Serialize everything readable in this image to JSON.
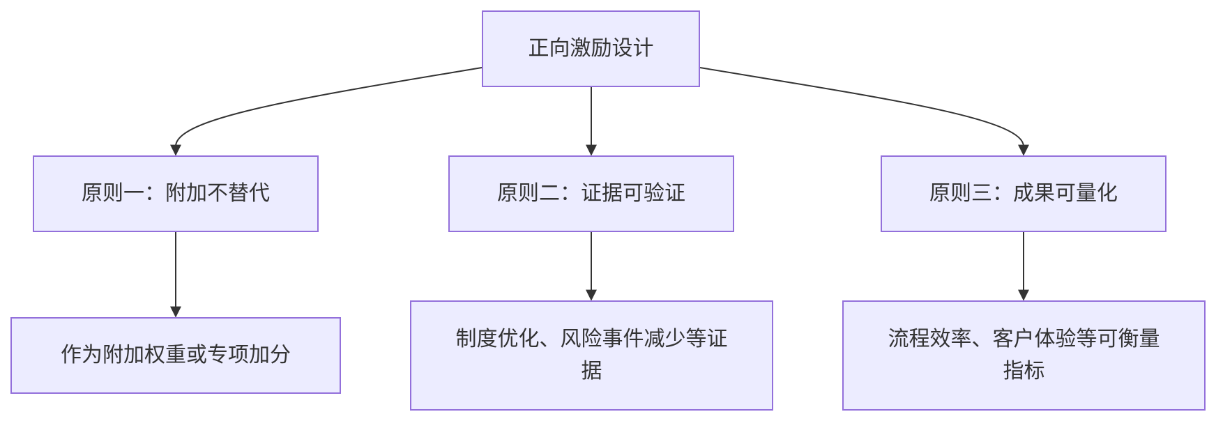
{
  "colors": {
    "node_fill": "#ececff",
    "node_border": "#9370db",
    "edge": "#333333",
    "text": "#333333"
  },
  "nodes": {
    "root": "正向激励设计",
    "principle1": "原则一：附加不替代",
    "principle2": "原则二：证据可验证",
    "principle3": "原则三：成果可量化",
    "detail1": "作为附加权重或专项加分",
    "detail2": "制度优化、风险事件减少等证据",
    "detail3": "流程效率、客户体验等可衡量指标"
  },
  "edges": [
    {
      "from": "root",
      "to": "principle1"
    },
    {
      "from": "root",
      "to": "principle2"
    },
    {
      "from": "root",
      "to": "principle3"
    },
    {
      "from": "principle1",
      "to": "detail1"
    },
    {
      "from": "principle2",
      "to": "detail2"
    },
    {
      "from": "principle3",
      "to": "detail3"
    }
  ]
}
